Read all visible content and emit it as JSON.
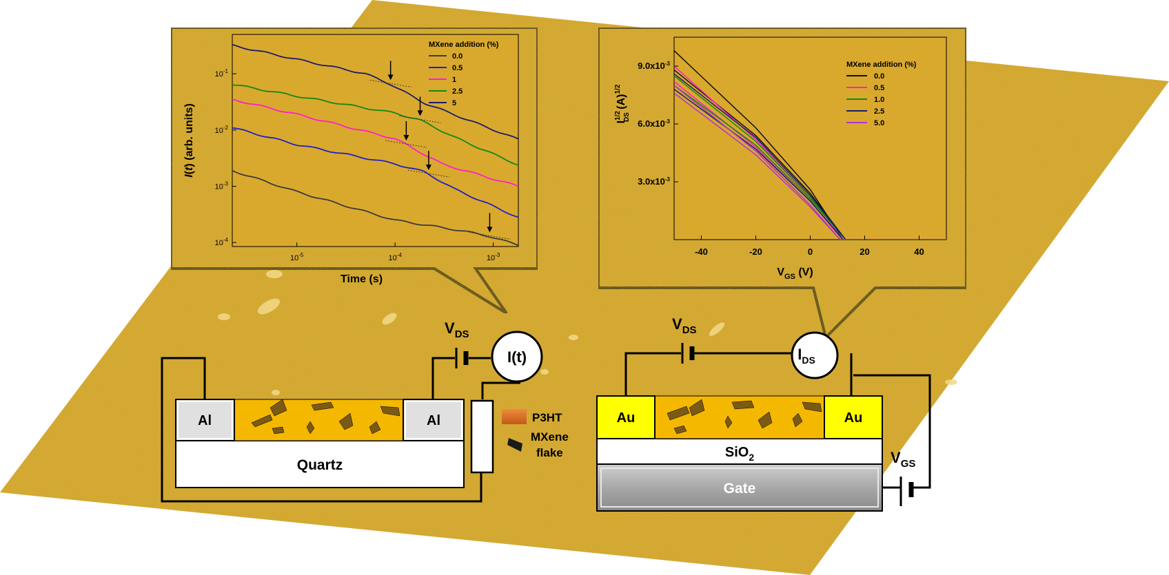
{
  "colors": {
    "substrate": "#d9a92e",
    "film": "#f5b800",
    "gold": "#ffff00",
    "electrode_al": "#e0e0e0",
    "gate": "#a8a8a8",
    "p3ht": "#e07830",
    "flake": "#1a1a1a"
  },
  "left_device": {
    "electrode_left": "Al",
    "electrode_right": "Al",
    "substrate": "Quartz",
    "source_label": "V",
    "source_sub": "DS",
    "meter_label": "I(t)"
  },
  "right_device": {
    "electrode_left": "Au",
    "electrode_right": "Au",
    "oxide_main": "SiO",
    "oxide_sub": "2",
    "gate": "Gate",
    "source_label": "V",
    "source_sub": "DS",
    "meter_label": "I",
    "meter_sub": "DS",
    "gate_source_label": "V",
    "gate_source_sub": "GS"
  },
  "legend_key": {
    "p3ht": "P3HT",
    "mxene_line1": "MXene",
    "mxene_line2": "flake"
  },
  "chart_data": [
    {
      "type": "line",
      "ylabel_italic": "I",
      "ylabel_paren": "(",
      "ylabel_t": "t",
      "ylabel_rest": ") (arb. units)",
      "xlabel": "Time (s)",
      "x_scale": "log",
      "y_scale": "log",
      "xlim": [
        2.2e-06,
        0.0018
      ],
      "ylim": [
        8.5e-05,
        0.5
      ],
      "x_ticks": [
        {
          "label": "10",
          "exp": "-5",
          "value": 1e-05
        },
        {
          "label": "10",
          "exp": "-4",
          "value": 0.0001
        },
        {
          "label": "10",
          "exp": "-3",
          "value": 0.001
        }
      ],
      "y_ticks": [
        {
          "label": "10",
          "exp": "-4",
          "value": 0.0001
        },
        {
          "label": "10",
          "exp": "-3",
          "value": 0.001
        },
        {
          "label": "10",
          "exp": "-2",
          "value": 0.01
        },
        {
          "label": "10",
          "exp": "-1",
          "value": 0.1
        }
      ],
      "legend_title": "MXene addition (%)",
      "legend_position": "top-right",
      "series": [
        {
          "name": "0.0",
          "color": "#3a3a3a",
          "x": [
            2.2e-06,
            1e-05,
            0.0001,
            0.0005,
            0.0009,
            0.0018
          ],
          "y": [
            0.0019,
            0.0008,
            0.00025,
            0.00016,
            0.00013,
            9e-05
          ],
          "arrow_x": 0.00092
        },
        {
          "name": "0.5",
          "color": "#1f1fc8",
          "x": [
            2.2e-06,
            1e-05,
            0.0001,
            0.0002,
            0.0004,
            0.0018
          ],
          "y": [
            0.011,
            0.0055,
            0.0025,
            0.0018,
            0.0009,
            0.00028
          ],
          "arrow_x": 0.00022
        },
        {
          "name": "1",
          "color": "#ff1ecf",
          "x": [
            2.2e-06,
            1e-05,
            0.0001,
            0.00013,
            0.0003,
            0.0018
          ],
          "y": [
            0.035,
            0.019,
            0.007,
            0.0055,
            0.0025,
            0.001
          ],
          "arrow_x": 0.00013
        },
        {
          "name": "2.5",
          "color": "#118811",
          "x": [
            2.2e-06,
            1e-05,
            0.0001,
            0.00018,
            0.0004,
            0.0018
          ],
          "y": [
            0.065,
            0.04,
            0.02,
            0.015,
            0.0075,
            0.0024
          ],
          "arrow_x": 0.00018
        },
        {
          "name": "5",
          "color": "#1a1a6e",
          "x": [
            2.2e-06,
            1e-05,
            5e-05,
            9e-05,
            0.0002,
            0.0018
          ],
          "y": [
            0.32,
            0.18,
            0.1,
            0.065,
            0.03,
            0.0068
          ],
          "arrow_x": 9e-05
        }
      ]
    },
    {
      "type": "line",
      "ylabel_main": "I",
      "ylabel_sup": "1/2",
      "ylabel_sub": "DS",
      "ylabel_rest": " (A)",
      "ylabel_sup2": "1/2",
      "xlabel_main": "V",
      "xlabel_sub": "GS",
      "xlabel_rest": " (V)",
      "xlim": [
        -50,
        50
      ],
      "ylim": [
        0,
        0.0105
      ],
      "x_ticks": [
        {
          "label": "-40",
          "value": -40
        },
        {
          "label": "-20",
          "value": -20
        },
        {
          "label": "0",
          "value": 0
        },
        {
          "label": "20",
          "value": 20
        },
        {
          "label": "40",
          "value": 40
        }
      ],
      "y_ticks": [
        {
          "label": "3.0x10",
          "exp": "-3",
          "value": 0.003
        },
        {
          "label": "6.0x10",
          "exp": "-3",
          "value": 0.006
        },
        {
          "label": "9.0x10",
          "exp": "-3",
          "value": 0.009
        }
      ],
      "legend_title": "MXene addition (%)",
      "legend_position": "top-right",
      "series": [
        {
          "name": "0.0",
          "color": "#111111",
          "x": [
            -50,
            -20,
            0,
            12,
            50
          ],
          "y": [
            0.0098,
            0.0058,
            0.0026,
            0.0,
            0.0
          ],
          "x2": [
            -50,
            -20,
            0,
            13,
            50
          ],
          "y2": [
            0.0088,
            0.0054,
            0.0024,
            0.0,
            0.0
          ]
        },
        {
          "name": "0.5",
          "color": "#ff1ecf",
          "x": [
            -50,
            -20,
            0,
            12,
            50
          ],
          "y": [
            0.009,
            0.0052,
            0.0022,
            0.0,
            0.0
          ],
          "x2": [
            -50,
            -20,
            0,
            12,
            50
          ],
          "y2": [
            0.0082,
            0.0048,
            0.002,
            0.0,
            0.0
          ]
        },
        {
          "name": "1.0",
          "color": "#118811",
          "x": [
            -50,
            -20,
            0,
            13,
            50
          ],
          "y": [
            0.0085,
            0.0051,
            0.0022,
            0.0,
            0.0
          ],
          "x2": [
            -50,
            -20,
            0,
            13,
            50
          ],
          "y2": [
            0.008,
            0.0049,
            0.0021,
            0.0,
            0.0
          ]
        },
        {
          "name": "2.5",
          "color": "#1a1a6e",
          "x": [
            -50,
            -20,
            0,
            13,
            50
          ],
          "y": [
            0.0086,
            0.0053,
            0.0023,
            0.0,
            0.0
          ],
          "x2": [
            -50,
            -20,
            0,
            12,
            50
          ],
          "y2": [
            0.0078,
            0.0047,
            0.002,
            0.0,
            0.0
          ]
        },
        {
          "name": "5.0",
          "color": "#b030d0",
          "x": [
            -50,
            -20,
            0,
            11,
            50
          ],
          "y": [
            0.008,
            0.0046,
            0.0018,
            0.0,
            0.0
          ],
          "x2": [
            -50,
            -20,
            0,
            11,
            50
          ],
          "y2": [
            0.0076,
            0.0044,
            0.0017,
            0.0,
            0.0
          ]
        }
      ]
    }
  ]
}
